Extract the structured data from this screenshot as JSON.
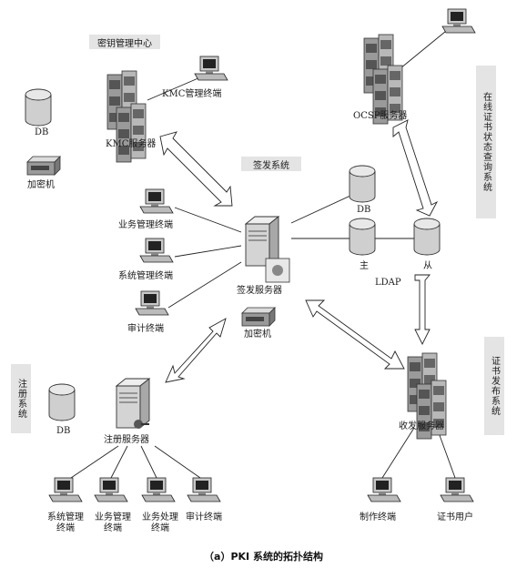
{
  "groups": {
    "kmc": "密钥管理中心",
    "issue": "签发系统",
    "ocsp": "在线证书状态查询系统",
    "register": "注册系统",
    "publish": "证书发布系统"
  },
  "nodes": {
    "kmc_terminal": "KMC管理终端",
    "kmc_db": "DB",
    "kmc_server": "KMC服务器",
    "kmc_crypto": "加密机",
    "ocsp_server": "OCSP服务器",
    "biz_terminal": "业务管理终端",
    "sys_terminal": "系统管理终端",
    "audit_terminal": "审计终端",
    "sign_server": "签发服务器",
    "sign_crypto": "加密机",
    "sign_db": "DB",
    "ldap_master": "主",
    "ldap_slave": "从",
    "ldap": "LDAP",
    "reg_db": "DB",
    "reg_server": "注册服务器",
    "reg_term_sys": "系统管理终端",
    "reg_term_biz_mgmt": "业务管理终端",
    "reg_term_biz_proc": "业务处理终端",
    "reg_term_audit": "审计终端",
    "pub_server": "收发服务器",
    "make_terminal": "制作终端",
    "cert_user": "证书用户"
  },
  "caption": "（a）PKI 系统的拓扑结构"
}
